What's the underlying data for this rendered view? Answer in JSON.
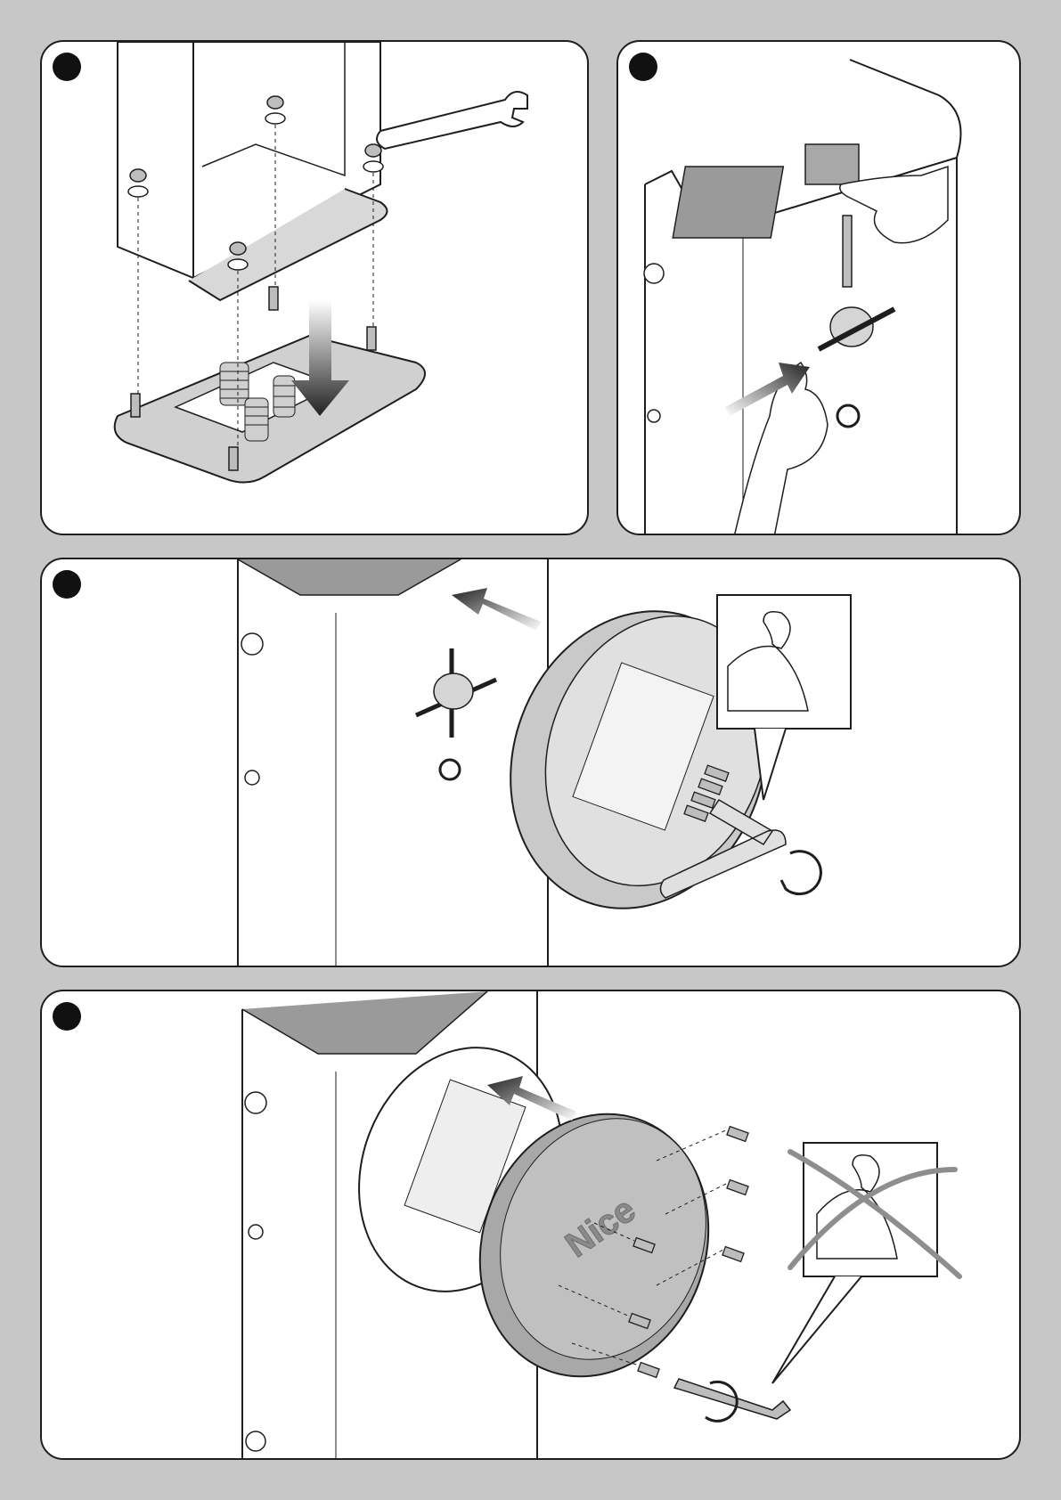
{
  "page": {
    "background": "#c7c7c7"
  },
  "figures": [
    {
      "id": "step-1",
      "description_icon": "bolt-down-icon"
    },
    {
      "id": "step-2",
      "description_icon": "pin-insert-icon"
    },
    {
      "id": "step-3",
      "description_icon": "gearbox-mount-icon"
    },
    {
      "id": "step-4",
      "description_icon": "cover-fix-icon"
    }
  ],
  "cover": {
    "brand_text": "Nice"
  },
  "colors": {
    "line": "#1e1e1e",
    "shade": "#c9c9c9",
    "dark_shade": "#9a9a9a",
    "panel": "#ffffff"
  }
}
